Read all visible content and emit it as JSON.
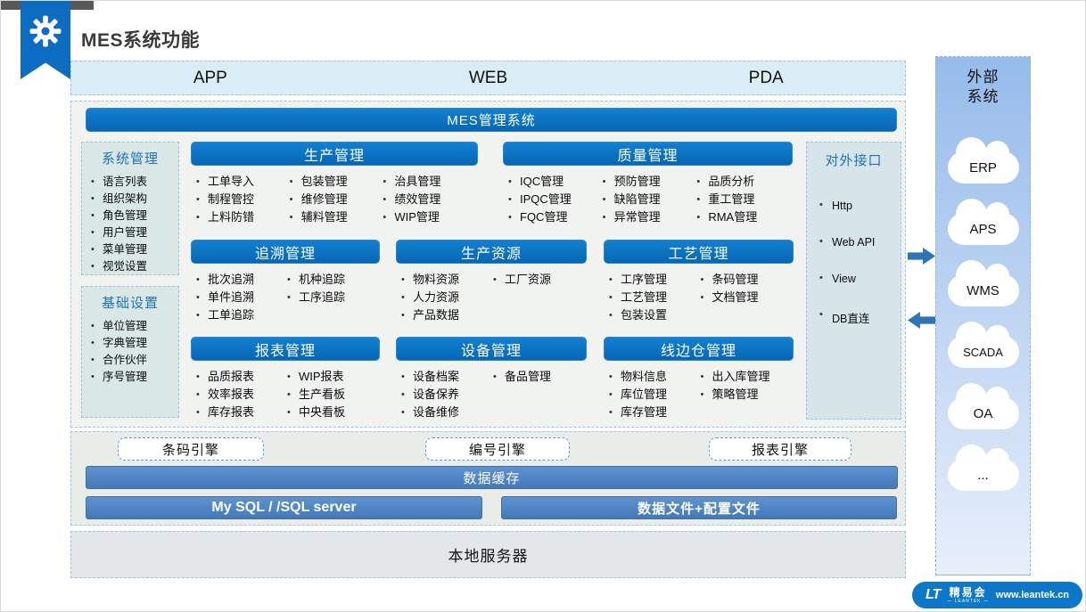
{
  "page": {
    "title": "MES系统功能"
  },
  "top_bar": {
    "items": [
      "APP",
      "WEB",
      "PDA"
    ]
  },
  "mes_bar": {
    "label": "MES管理系统"
  },
  "left_panels": [
    {
      "title": "系统管理",
      "items": [
        "语言列表",
        "组织架构",
        "角色管理",
        "用户管理",
        "菜单管理",
        "视觉设置"
      ]
    },
    {
      "title": "基础设置",
      "items": [
        "单位管理",
        "字典管理",
        "合作伙伴",
        "序号管理"
      ]
    }
  ],
  "function_blocks": [
    {
      "title": "生产管理",
      "columns": [
        [
          "工单导入",
          "制程管控",
          "上料防错"
        ],
        [
          "包装管理",
          "维修管理",
          "辅料管理"
        ],
        [
          "治具管理",
          "绩效管理",
          "WIP管理"
        ]
      ]
    },
    {
      "title": "质量管理",
      "columns": [
        [
          "IQC管理",
          "IPQC管理",
          "FQC管理"
        ],
        [
          "预防管理",
          "缺陷管理",
          "异常管理"
        ],
        [
          "品质分析",
          "重工管理",
          "RMA管理"
        ]
      ]
    },
    {
      "title": "追溯管理",
      "columns": [
        [
          "批次追溯",
          "单件追溯",
          "工单追踪"
        ],
        [
          "机种追踪",
          "工序追踪"
        ]
      ]
    },
    {
      "title": "生产资源",
      "columns": [
        [
          "物料资源",
          "人力资源",
          "产品数据"
        ],
        [
          "工厂资源"
        ]
      ]
    },
    {
      "title": "工艺管理",
      "columns": [
        [
          "工序管理",
          "工艺管理",
          "包装设置"
        ],
        [
          "条码管理",
          "文档管理"
        ]
      ]
    },
    {
      "title": "报表管理",
      "columns": [
        [
          "品质报表",
          "效率报表",
          "库存报表"
        ],
        [
          "WIP报表",
          "生产看板",
          "中央看板"
        ]
      ]
    },
    {
      "title": "设备管理",
      "columns": [
        [
          "设备档案",
          "设备保养",
          "设备维修"
        ],
        [
          "备品管理"
        ]
      ]
    },
    {
      "title": "线边仓管理",
      "columns": [
        [
          "物料信息",
          "库位管理",
          "库存管理"
        ],
        [
          "出入库管理",
          "策略管理"
        ]
      ]
    }
  ],
  "interface_panel": {
    "title": "对外接口",
    "items": [
      "Http",
      "Web API",
      "View",
      "DB直连"
    ]
  },
  "engines": [
    "条码引擎",
    "编号引擎",
    "报表引擎"
  ],
  "cache_bar": {
    "label": "数据缓存"
  },
  "storage_bars": [
    "My SQL / /SQL server",
    "数据文件+配置文件"
  ],
  "local_server": {
    "label": "本地服务器"
  },
  "external_panel": {
    "title": "外部\n系统",
    "clouds": [
      "ERP",
      "APS",
      "WMS",
      "SCADA",
      "OA",
      "..."
    ]
  },
  "footer": {
    "logo_text": "LT",
    "brand": "精易会",
    "brand_sub": "— LEANTEK —",
    "url": "www.leantek.cn"
  },
  "colors": {
    "header_blue": "#0b70c3",
    "mid_blue": "#4f86c6",
    "arrow_blue": "#2e75b6",
    "accent_gray": "#595959",
    "logo_blue": "#0d78c9",
    "panel_teal": "#d9e8e5",
    "panel_blue": "#d5e5ea",
    "client_bar_blue": "#daecf6"
  }
}
